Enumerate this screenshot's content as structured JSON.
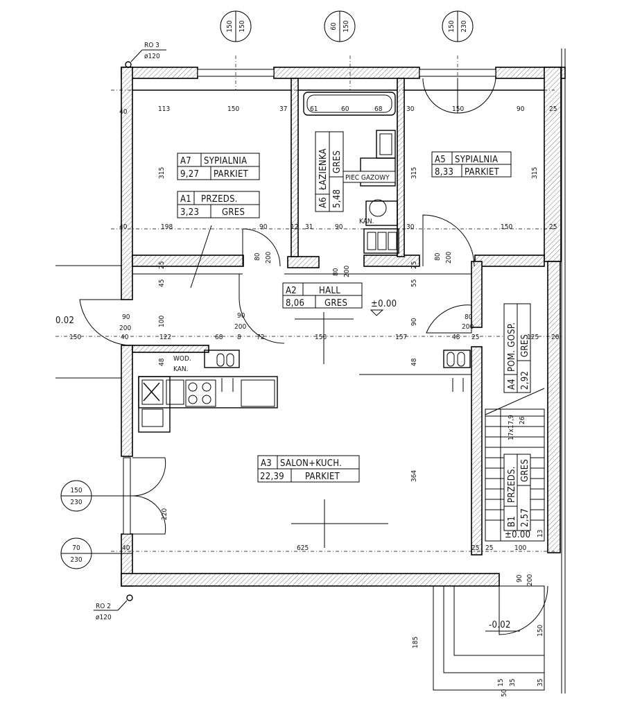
{
  "rooms": {
    "a7": {
      "code": "A7",
      "name": "SYPIALNIA",
      "area": "9,27",
      "floor": "PARKIET"
    },
    "a1": {
      "code": "A1",
      "name": "PRZEDS.",
      "area": "3,23",
      "floor": "GRES"
    },
    "a6": {
      "code": "A6",
      "name": "ŁAZIENKA",
      "area": "5,48",
      "floor": "GRES"
    },
    "a5": {
      "code": "A5",
      "name": "SYPIALNIA",
      "area": "8,33",
      "floor": "PARKIET"
    },
    "a2": {
      "code": "A2",
      "name": "HALL",
      "area": "8,06",
      "floor": "GRES"
    },
    "a4": {
      "code": "A4",
      "name": "POM. GOSP.",
      "area": "2,92",
      "floor": "GRES"
    },
    "a3": {
      "code": "A3",
      "name": "SALON+KUCH.",
      "area": "22,39",
      "floor": "PARKIET"
    },
    "b1": {
      "code": "B1",
      "name": "PRZEDS.",
      "area": "2,57",
      "floor": "GRES"
    }
  },
  "windows": {
    "w1": {
      "top": "150",
      "bottom": "150"
    },
    "w2": {
      "top": "60",
      "bottom": "150"
    },
    "w3": {
      "top": "150",
      "bottom": "230"
    },
    "w4": {
      "top": "150",
      "bottom": "230"
    },
    "w5": {
      "top": "70",
      "bottom": "230"
    }
  },
  "columns": {
    "ro3": {
      "label": "RO 3",
      "size": "ø120"
    },
    "ro2": {
      "label": "RO 2",
      "size": "ø120"
    }
  },
  "labels": {
    "piec": "PIEC GAZOWY",
    "kan_bath": "KAN.",
    "wod": "WOD.",
    "kan_kitchen": "KAN.",
    "level_hall": "±0.00",
    "level_entry": "±0.00",
    "level_outside": "-0.02",
    "level_left": "0.02",
    "stairs_num": "17x17,9",
    "stairs_26": "26"
  },
  "dims": {
    "d40a": "40",
    "d113": "113",
    "d150a": "150",
    "d37": "37",
    "d61": "61",
    "d60": "60",
    "d68a": "68",
    "d30a": "30",
    "d150b": "150",
    "d90a": "90",
    "d25a": "25",
    "d315a": "315",
    "d315b": "315",
    "d315c": "315",
    "d40b": "40",
    "d198": "198",
    "d90b": "90",
    "d12": "12",
    "d31": "31",
    "d90c": "90",
    "d30b": "30",
    "d150c": "150",
    "d25b": "25",
    "d80a": "80",
    "d200a": "200",
    "d80b": "80",
    "d200b": "200",
    "d80c": "80",
    "d200c": "200",
    "d45": "45",
    "d55": "55",
    "d25c": "25",
    "d25d": "25",
    "d100": "100",
    "d90d": "90",
    "d90e": "90",
    "d200d": "200",
    "d90f": "90",
    "d200e": "200",
    "d80d": "80",
    "d200f": "200",
    "d150d": "150",
    "d40c": "40",
    "d122": "122",
    "d68b": "68",
    "d8": "8",
    "d72": "72",
    "d150e": "150",
    "d157": "157",
    "d48a": "48",
    "d25e": "25",
    "d125": "125",
    "d20": "20",
    "d48b": "48",
    "d48c": "48",
    "d364": "364",
    "d220": "220",
    "d40d": "40",
    "d625": "625",
    "d25f": "25",
    "d25g": "25",
    "d100b": "100",
    "d13": "13",
    "d185": "185",
    "d35a": "35",
    "d35b": "35",
    "d15": "15",
    "d50": "50",
    "d150f": "150",
    "d90g": "90",
    "d200g": "200"
  }
}
